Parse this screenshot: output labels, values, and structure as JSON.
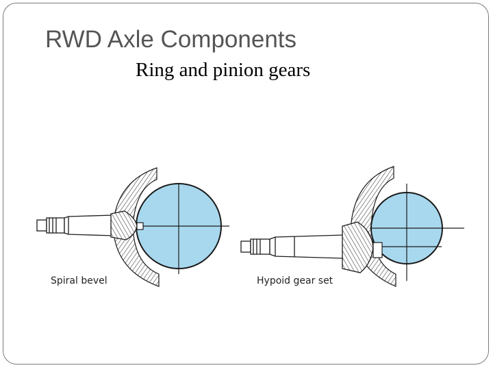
{
  "slide": {
    "title": "RWD Axle Components",
    "subtitle": "Ring and pinion gears"
  },
  "figures": {
    "left_caption": "Spiral bevel",
    "right_caption": "Hypoid gear set"
  },
  "colors": {
    "gear_fill": "#a8d8ee",
    "line": "#1a1a1a",
    "frame": "#7a7a7a"
  }
}
